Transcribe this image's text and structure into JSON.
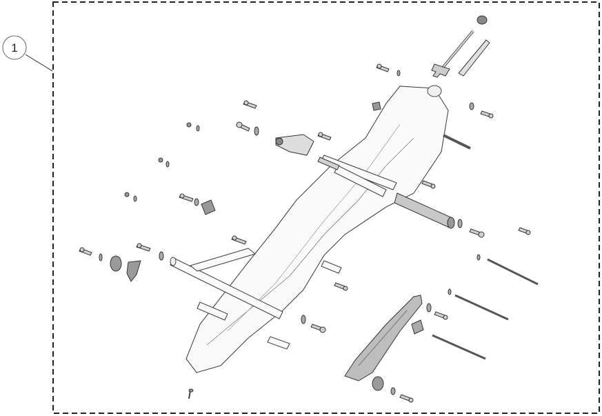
{
  "diagram": {
    "type": "exploded-parts-view",
    "border_style": "dashed",
    "callouts": [
      {
        "label": "1",
        "target": "assembly-boundary"
      }
    ],
    "colors": {
      "background": "#ffffff",
      "line": "#333333",
      "part_fill_light": "#f4f4f4",
      "part_fill_mid": "#bdbdbd",
      "part_fill_dark": "#8a8a8a",
      "border": "#222222"
    },
    "components": [
      "main-frame",
      "fork-rod",
      "slotted-clip",
      "cap-nut",
      "cross-tube",
      "spacer-tube",
      "rear-bracket-arm",
      "long-pins",
      "bolts",
      "washers",
      "bushings",
      "flanged-bushings"
    ]
  }
}
